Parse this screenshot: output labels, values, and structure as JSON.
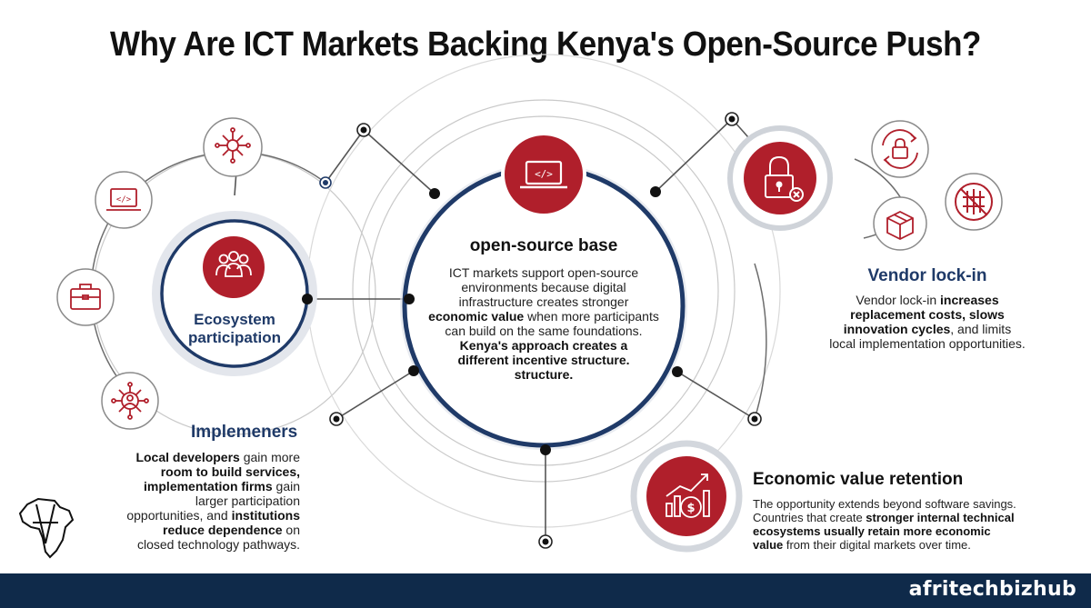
{
  "title": "Why Are ICT Markets Backing Kenya's Open-Source Push?",
  "center": {
    "heading": "open-source base",
    "body_lines": [
      "ICT markets support open-source",
      "environments because digital",
      "infrastructure creates stronger"
    ],
    "bold_phrase": "economic value",
    "after_bold": " when more participants",
    "tail_lines": [
      "can build on the same foundations."
    ],
    "emphasis_lines": [
      "Kenya's approach creates a",
      "different incentive structure.",
      "structure."
    ],
    "icon": "laptop-code-icon"
  },
  "ecosystem": {
    "heading_line1": "Ecosystem",
    "heading_line2": "participation",
    "icon": "people-group-icon"
  },
  "implementers": {
    "heading": "Implemeners",
    "line1_bold": "Local developers",
    "line1_rest": " gain more",
    "line2_bold": "room to build services,",
    "line3_bold": "implementation firms",
    "line3_rest": " gain",
    "line4": "larger participation",
    "line5_rest": "opportunities, and ",
    "line5_bold": "institutions",
    "line6_bold": "reduce dependence",
    "line6_rest": " on",
    "line7": "closed technology pathways."
  },
  "vendor": {
    "heading": "Vendor lock-in",
    "line1_rest": "Vendor lock-in ",
    "line1_bold": "increases",
    "line2_bold": "replacement costs, slows",
    "line3_bold": "innovation cycles",
    "line3_rest": ", and limits",
    "line4": "local implementation opportunities.",
    "icon": "padlock-cross-icon"
  },
  "economic": {
    "heading": "Economic value retention",
    "line1": "The opportunity extends beyond software savings.",
    "line2_rest": "Countries that create ",
    "line2_bold": "stronger internal technical",
    "line3_bold": "ecosystems usually retain more economic",
    "line4_bold": "value",
    "line4_rest": " from their digital markets over time.",
    "icon": "growth-chart-coin-icon"
  },
  "satellite_icons": [
    "network-node-icon",
    "laptop-icon",
    "briefcase-icon",
    "person-network-icon",
    "lock-refresh-icon",
    "no-barrier-icon",
    "package-icon"
  ],
  "brand": "afritechbizhub",
  "logo": "africa-map-logo",
  "colors": {
    "accent_red": "#b01f2b",
    "navy": "#1f3a68",
    "footer": "#0f2a4a",
    "line_gray": "#7a7a7a"
  }
}
